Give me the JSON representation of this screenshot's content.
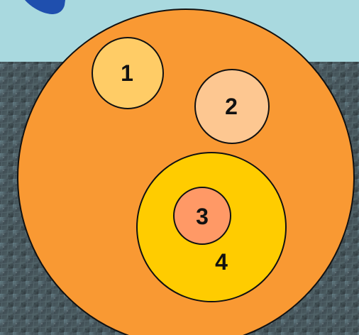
{
  "diagram": {
    "type": "nested-circles",
    "labels": {
      "one": "1",
      "two": "2",
      "three": "3",
      "four": "4"
    },
    "colors": {
      "top_band": "#a9d9df",
      "title_fragment": "#1f4fae",
      "background_photo": "#4f5f67",
      "outer_circle": "#f99933",
      "circle_1": "#ffcc66",
      "circle_2": "#fdc791",
      "circle_4": "#ffcc00",
      "circle_3": "#ff9966",
      "stroke": "#111111"
    }
  }
}
